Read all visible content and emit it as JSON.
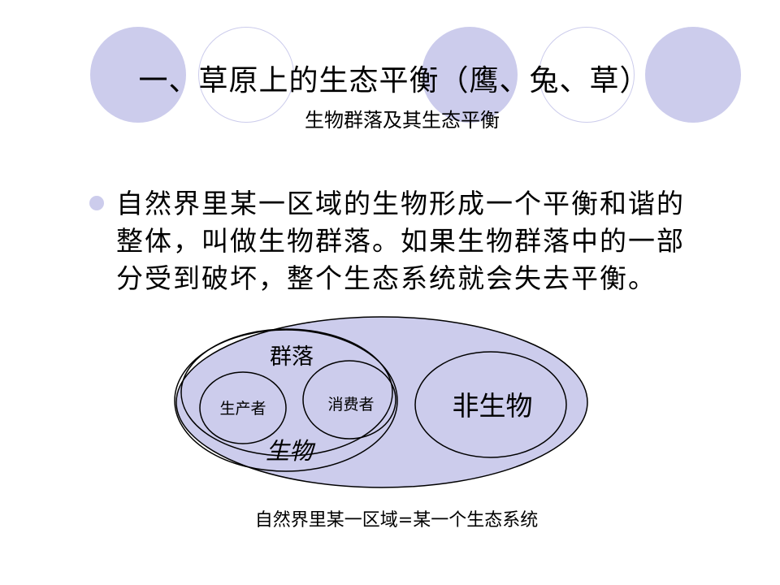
{
  "slide": {
    "title": "一、草原上的生态平衡（鹰、兔、草）",
    "subtitle": "生物群落及其生态平衡",
    "body_lines": [
      "自然界里某一区域的生物形成一个平衡和谐的",
      "整体，叫做生物群落。如果生物群落中的一部",
      "分受到破坏，整个生态系统就会失去平衡。"
    ],
    "caption": "自然界里某一区域=某一个生态系统"
  },
  "diagram": {
    "community_label": "群落",
    "producer_label": "生产者",
    "consumer_label": "消费者",
    "living_label": "生物",
    "nonliving_label": "非生物"
  },
  "colors": {
    "accent": "#ccccec",
    "outline": "#000000"
  }
}
